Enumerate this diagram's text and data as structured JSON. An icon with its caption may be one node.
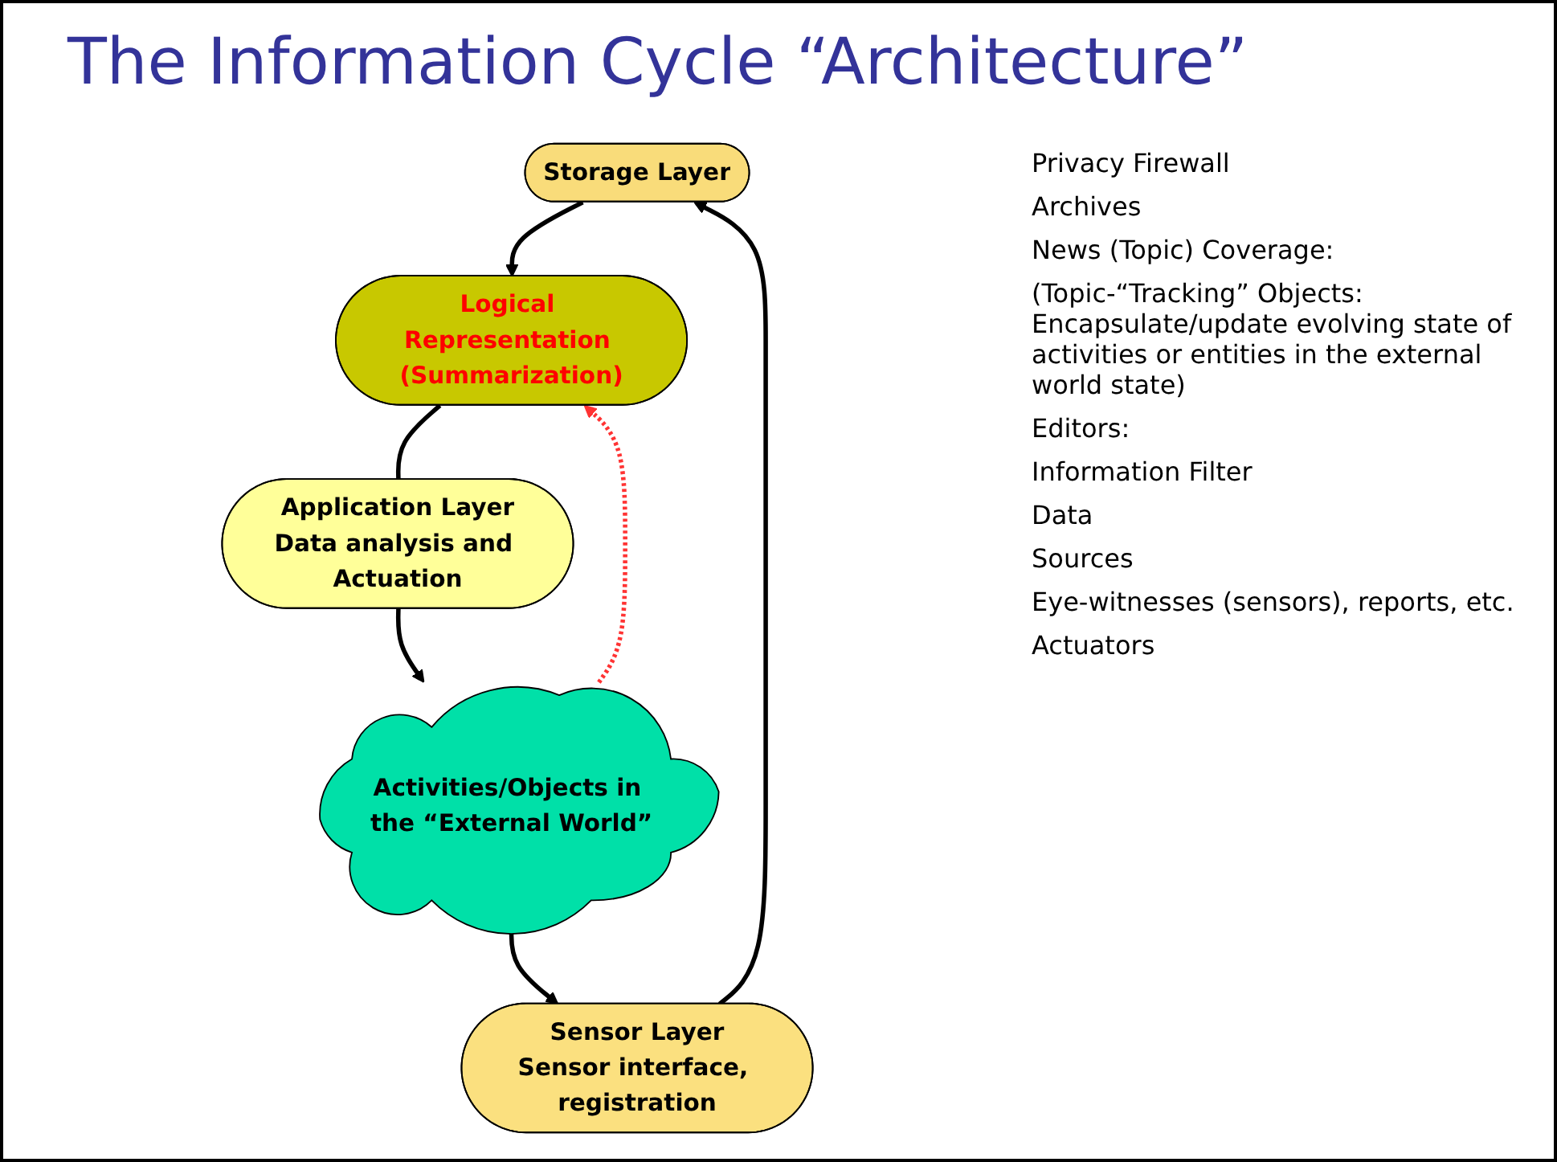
{
  "diagram": {
    "title": "The Information Cycle “Architecture”",
    "nodes": [
      {
        "text": [
          "Storage Layer"
        ]
      },
      {
        "text": [
          "Logical Representation (Summarization)"
        ]
      },
      {
        "text": [
          "Sensor Layer",
          "Sensor interface, registration"
        ]
      },
      {
        "text": [
          "Activities/Objects in the “External World”"
        ]
      },
      {
        "text": [
          "Application Layer",
          "Data analysis and Actuation"
        ]
      }
    ],
    "edges": [
      {
        "from": 2,
        "to": 0,
        "arrow": "to"
      },
      {
        "from": 0,
        "to": 1,
        "arrow": "to"
      },
      {
        "from": 1,
        "to": 4,
        "arrow": "none"
      },
      {
        "from": 4,
        "to": 3,
        "arrow": "to"
      },
      {
        "from": 3,
        "to": 2,
        "arrow": "to"
      },
      {
        "from": 3,
        "to": 1,
        "arrow": "to",
        "style": "dashed",
        "color": "#ff3333"
      }
    ],
    "labels": [
      "Privacy Firewall",
      "Archives",
      "News (Topic) Coverage:",
      "(Topic-“Tracking” Objects: Encapsulate/update evolving state of activities or entities in the external world state)",
      "Editors:",
      "Information Filter",
      "Data",
      "Sources",
      "Eye-witnesses (sensors), reports, etc.",
      "Actuators"
    ]
  }
}
